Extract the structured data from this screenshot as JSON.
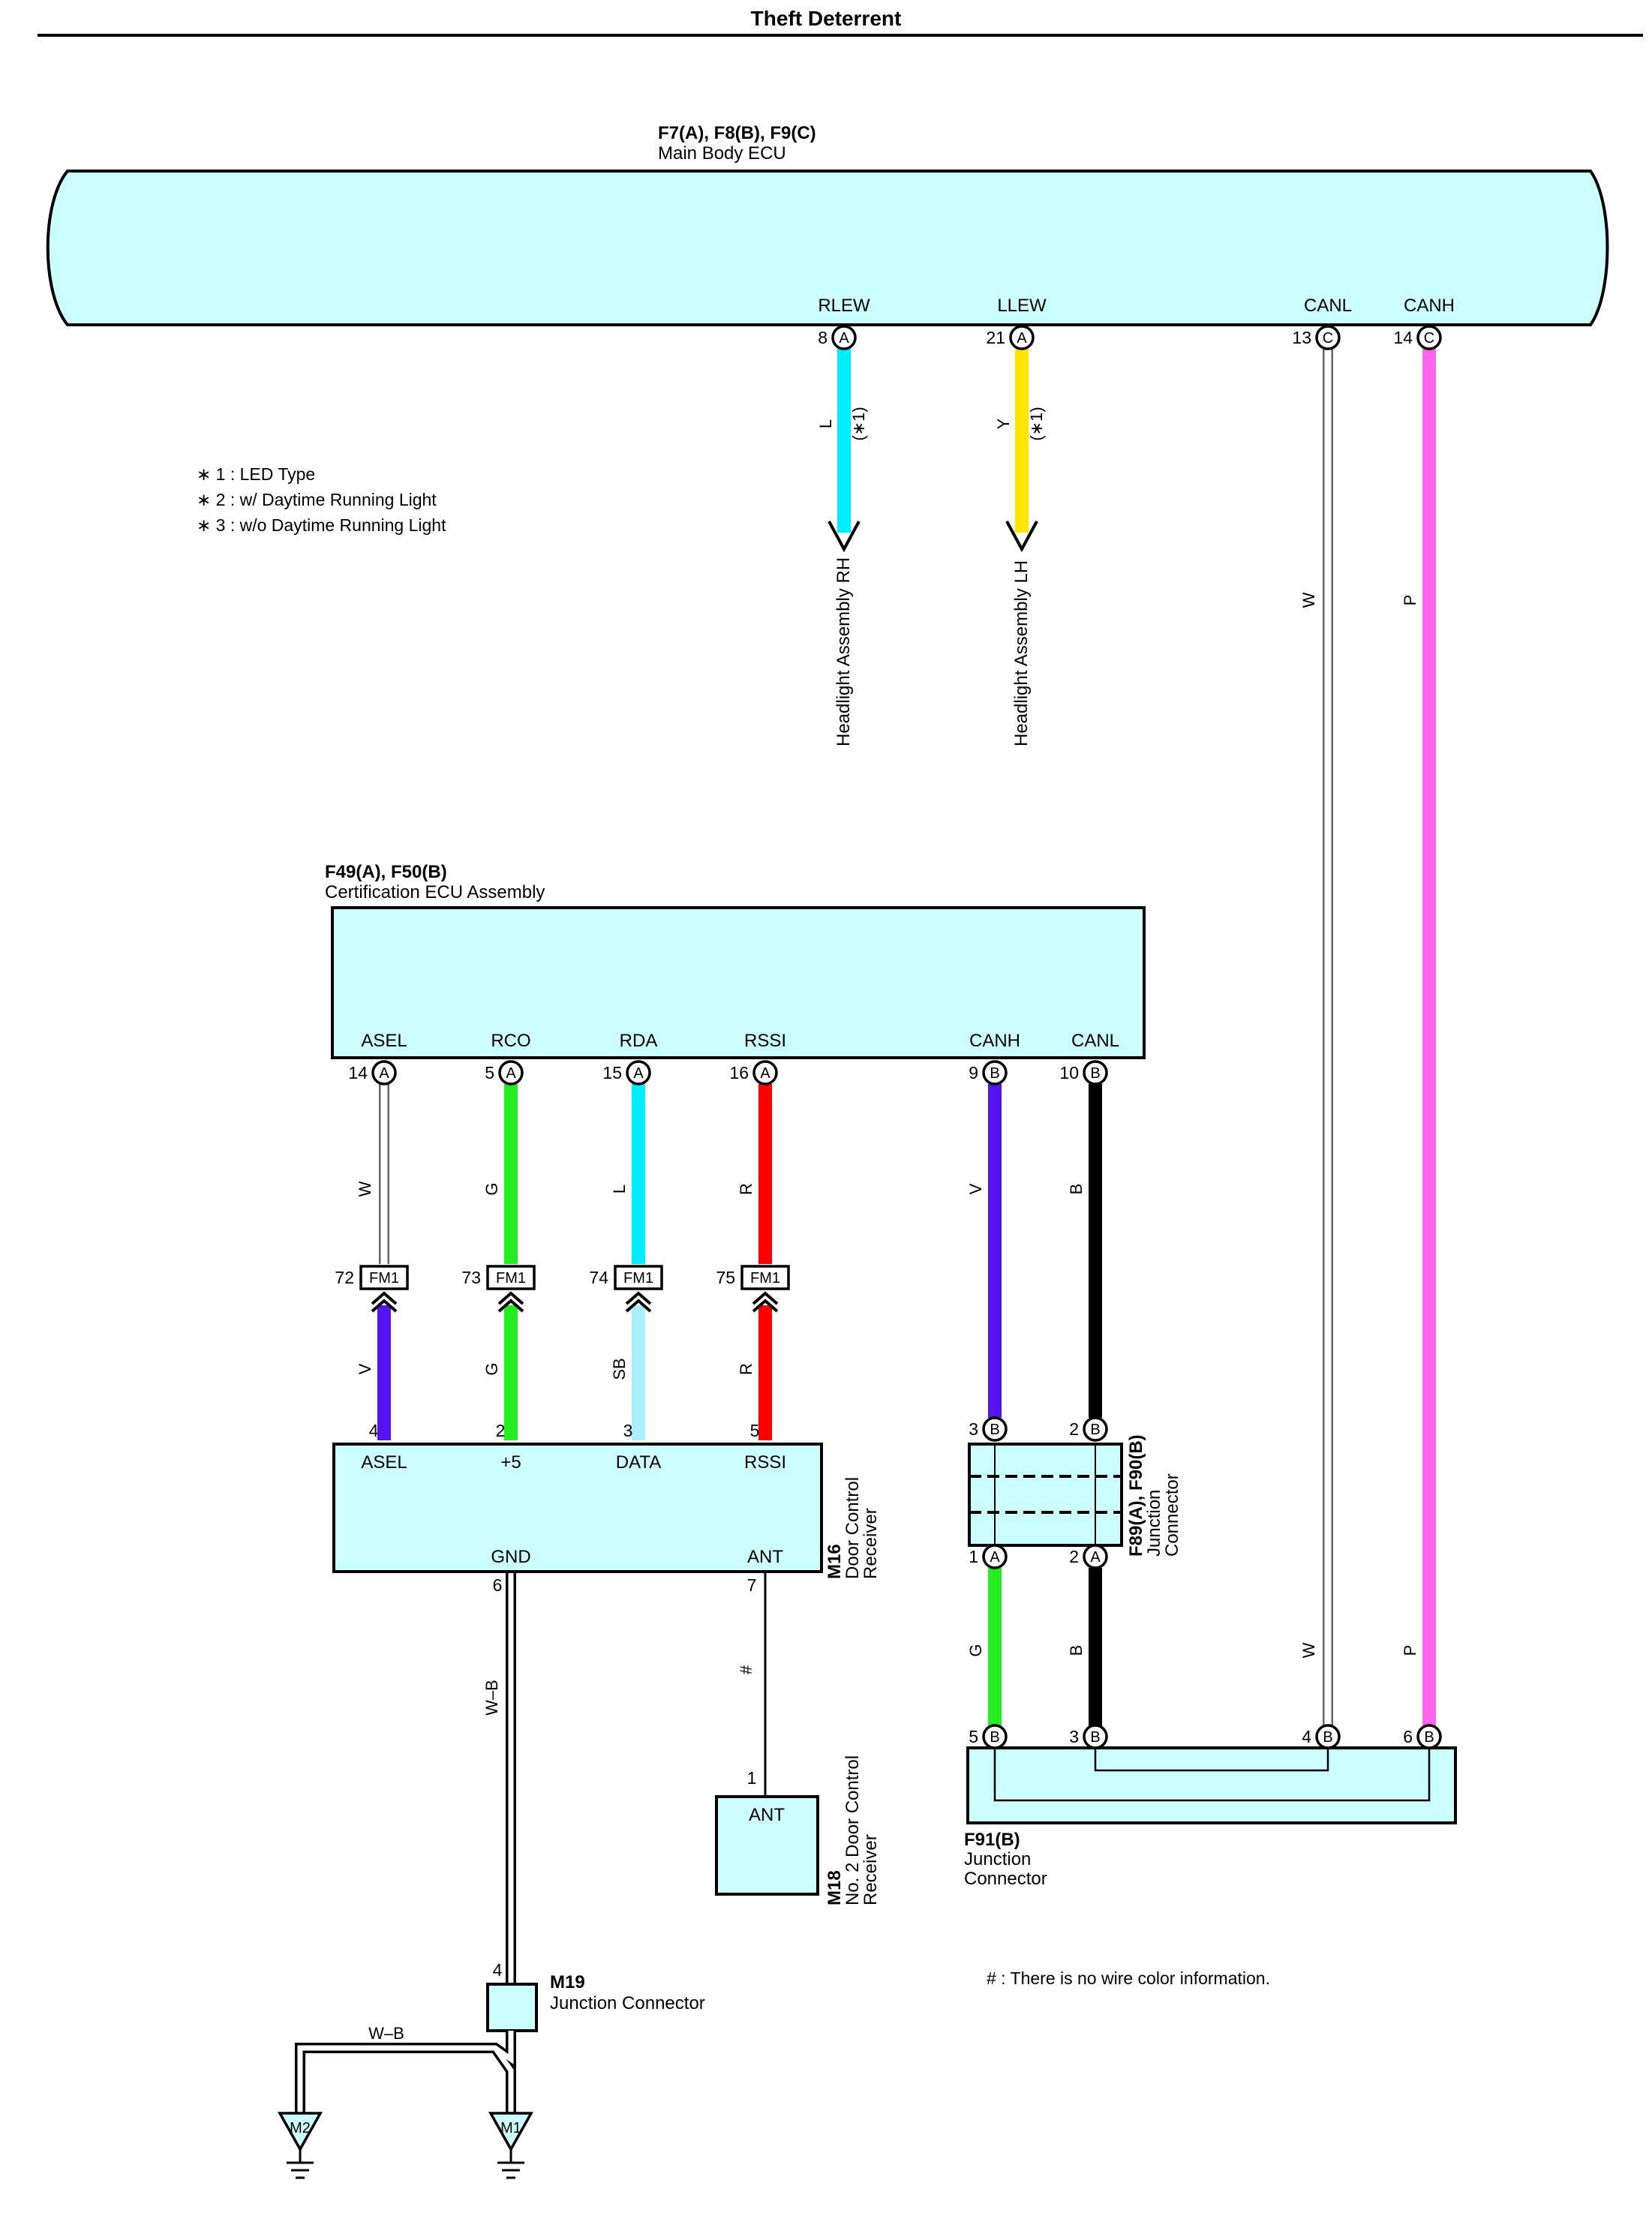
{
  "page": {
    "title": "Theft Deterrent"
  },
  "colors": {
    "box_fill": "#ccffff",
    "L": "#00eeff",
    "Y": "#ffe600",
    "P": "#ff66ee",
    "W": "#ffffff",
    "G": "#22ee22",
    "R": "#ff0000",
    "V": "#5511ee",
    "B": "#000000",
    "SB": "#aaeeff"
  },
  "main_ecu": {
    "code": "F7(A), F8(B), F9(C)",
    "name": "Main Body ECU",
    "terminals": [
      {
        "pin": "8",
        "conn": "A",
        "signal": "RLEW"
      },
      {
        "pin": "21",
        "conn": "A",
        "signal": "LLEW"
      },
      {
        "pin": "13",
        "conn": "C",
        "signal": "CANL"
      },
      {
        "pin": "14",
        "conn": "C",
        "signal": "CANH"
      }
    ]
  },
  "headlight_wires": [
    {
      "color": "L",
      "note": "(∗1)",
      "dest": "Headlight Assembly RH"
    },
    {
      "color": "Y",
      "note": "(∗1)",
      "dest": "Headlight Assembly LH"
    }
  ],
  "can_main_wires": [
    {
      "color": "W"
    },
    {
      "color": "P"
    }
  ],
  "notes": [
    "∗ 1 : LED Type",
    "∗ 2 : w/ Daytime Running Light",
    "∗ 3 : w/o Daytime Running Light"
  ],
  "cert_ecu": {
    "code": "F49(A), F50(B)",
    "name": "Certification ECU Assembly",
    "terminals": [
      {
        "pin": "14",
        "conn": "A",
        "signal": "ASEL",
        "color_upper": "W",
        "fm_pin": "72",
        "fm": "FM1",
        "color_lower": "V"
      },
      {
        "pin": "5",
        "conn": "A",
        "signal": "RCO",
        "color_upper": "G",
        "fm_pin": "73",
        "fm": "FM1",
        "color_lower": "G"
      },
      {
        "pin": "15",
        "conn": "A",
        "signal": "RDA",
        "color_upper": "L",
        "fm_pin": "74",
        "fm": "FM1",
        "color_lower": "SB"
      },
      {
        "pin": "16",
        "conn": "A",
        "signal": "RSSI",
        "color_upper": "R",
        "fm_pin": "75",
        "fm": "FM1",
        "color_lower": "R"
      },
      {
        "pin": "9",
        "conn": "B",
        "signal": "CANH",
        "color": "V"
      },
      {
        "pin": "10",
        "conn": "B",
        "signal": "CANL",
        "color": "B"
      }
    ]
  },
  "door_receiver": {
    "code": "M16",
    "name_lines": [
      "Door Control",
      "Receiver"
    ],
    "top_terminals": [
      {
        "pin": "4",
        "signal": "ASEL"
      },
      {
        "pin": "2",
        "signal": "+5"
      },
      {
        "pin": "3",
        "signal": "DATA"
      },
      {
        "pin": "5",
        "signal": "RSSI"
      }
    ],
    "bottom_terminals": [
      {
        "pin": "6",
        "signal": "GND"
      },
      {
        "pin": "7",
        "signal": "ANT"
      }
    ]
  },
  "gnd_wire": {
    "color": "W–B"
  },
  "ant_wire": {
    "color": "#"
  },
  "door_receiver2": {
    "code": "M18",
    "name_lines": [
      "No. 2 Door Control",
      "Receiver"
    ],
    "pin": "1",
    "signal": "ANT"
  },
  "m19": {
    "code": "M19",
    "name": "Junction Connector",
    "pin": "4"
  },
  "ground_wire": {
    "color": "W–B"
  },
  "grounds": [
    "M2",
    "M1"
  ],
  "jc_f89": {
    "code": "F89(A), F90(B)",
    "name_lines": [
      "Junction",
      "Connector"
    ],
    "top_pins": [
      {
        "pin": "3",
        "conn": "B"
      },
      {
        "pin": "2",
        "conn": "B"
      }
    ],
    "bottom_pins": [
      {
        "pin": "1",
        "conn": "A"
      },
      {
        "pin": "2",
        "conn": "A"
      }
    ],
    "lower_colors": [
      "G",
      "B"
    ]
  },
  "can_lower_colors": [
    "W",
    "P"
  ],
  "jc_f91": {
    "code": "F91(B)",
    "name_lines": [
      "Junction",
      "Connector"
    ],
    "pins": [
      {
        "pin": "5",
        "conn": "B"
      },
      {
        "pin": "3",
        "conn": "B"
      },
      {
        "pin": "4",
        "conn": "B"
      },
      {
        "pin": "6",
        "conn": "B"
      }
    ]
  },
  "footnote": "# : There is no wire color information."
}
